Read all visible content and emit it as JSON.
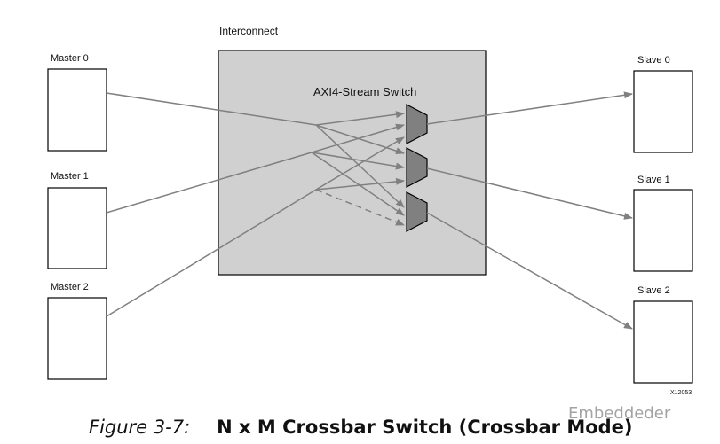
{
  "labels": {
    "interconnect": "Interconnect",
    "switch": "AXI4-Stream Switch",
    "masters": [
      "Master 0",
      "Master 1",
      "Master 2"
    ],
    "slaves": [
      "Slave 0",
      "Slave 1",
      "Slave 2"
    ],
    "figure_id": "X12053"
  },
  "caption": {
    "number": "Figure 3-7:",
    "title": "N x M Crossbar Switch (Crossbar Mode)"
  },
  "watermark": "Embeddeder",
  "colors": {
    "interconnect_fill": "#d0d0d0",
    "mux_fill": "#808080",
    "line": "#808080"
  }
}
